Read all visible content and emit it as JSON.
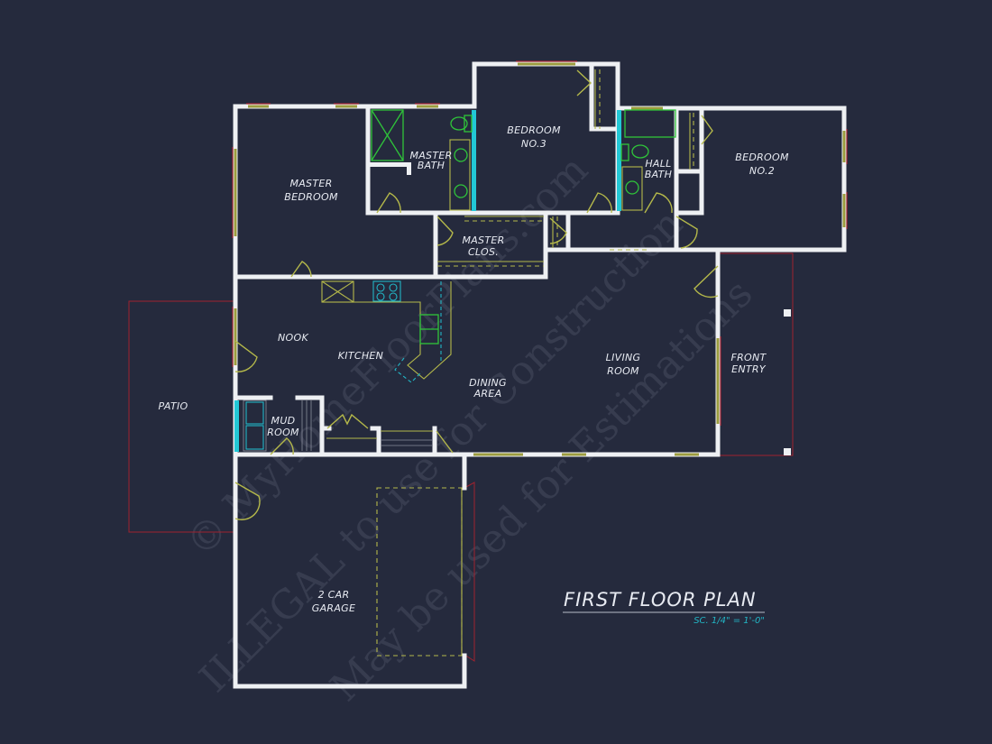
{
  "plan": {
    "title": "FIRST FLOOR PLAN",
    "scale": "SC. 1/4\" = 1'-0\"",
    "colors": {
      "background": "#252a3d",
      "walls": "#eef0f3",
      "doors_windows": "#b4b84a",
      "plumbing_fixtures": "#2fc43a",
      "appliances": "#22b6c6",
      "outline_red": "#a0222f"
    },
    "rooms": {
      "master_bedroom": [
        "MASTER",
        "BEDROOM"
      ],
      "master_bath": [
        "MASTER",
        "BATH"
      ],
      "bedroom3": [
        "BEDROOM",
        "NO.3"
      ],
      "hall_bath": [
        "HALL",
        "BATH"
      ],
      "bedroom2": [
        "BEDROOM",
        "NO.2"
      ],
      "master_closet": [
        "MASTER",
        "CLOS."
      ],
      "nook": [
        "NOOK"
      ],
      "kitchen": [
        "KITCHEN"
      ],
      "dining": [
        "DINING",
        "AREA"
      ],
      "living": [
        "LIVING",
        "ROOM"
      ],
      "front_entry": [
        "FRONT",
        "ENTRY"
      ],
      "patio": [
        "PATIO"
      ],
      "mud_room": [
        "MUD",
        "ROOM"
      ],
      "garage": [
        "2 CAR",
        "GARAGE"
      ]
    },
    "watermarks": [
      "© MyHomeFloorPlans.com",
      "ILLEGAL to use for Construction",
      "May be used for Estimations"
    ]
  }
}
